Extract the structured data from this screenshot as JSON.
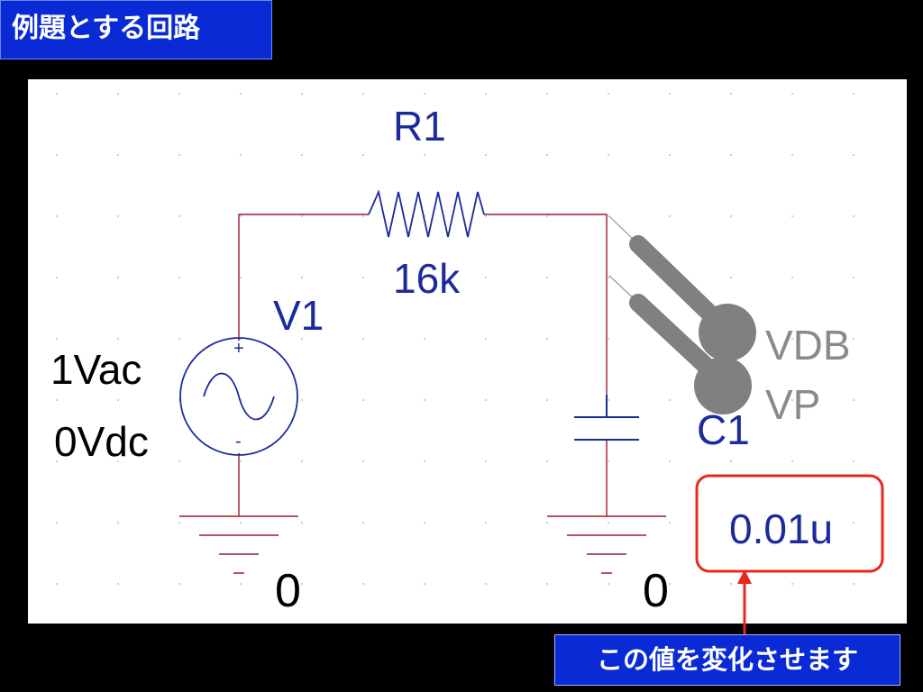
{
  "slide": {
    "title": "例題とする回路",
    "callout": "この値を変化させます"
  },
  "circuit": {
    "resistor": {
      "ref": "R1",
      "value": "16k"
    },
    "source": {
      "ref": "V1",
      "ac": "1Vac",
      "dc": "0Vdc",
      "plus": "+",
      "minus": "-"
    },
    "capacitor": {
      "ref": "C1",
      "value": "0.01u"
    },
    "ground_labels": [
      "0",
      "0"
    ],
    "markers": [
      "VDB",
      "VP"
    ]
  },
  "colors": {
    "wire": "#9b1c2c",
    "component": "#1c2a9c",
    "label": "#1c2a9c",
    "marker": "#808080",
    "highlight": "#e8281e",
    "title_bg": "#0a2ad6"
  }
}
